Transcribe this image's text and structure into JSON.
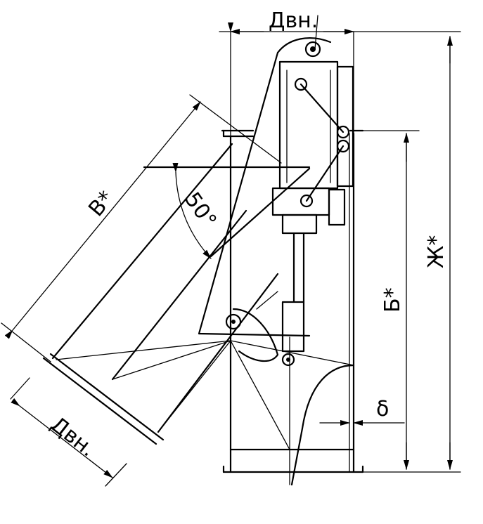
{
  "labels": {
    "inner_diameter_top": "Двн.",
    "inner_diameter_branch": "Двн.",
    "length_v": "В*",
    "angle": "50°",
    "height_b": "Б*",
    "height_zh": "Ж*",
    "wall_delta": "δ"
  }
}
